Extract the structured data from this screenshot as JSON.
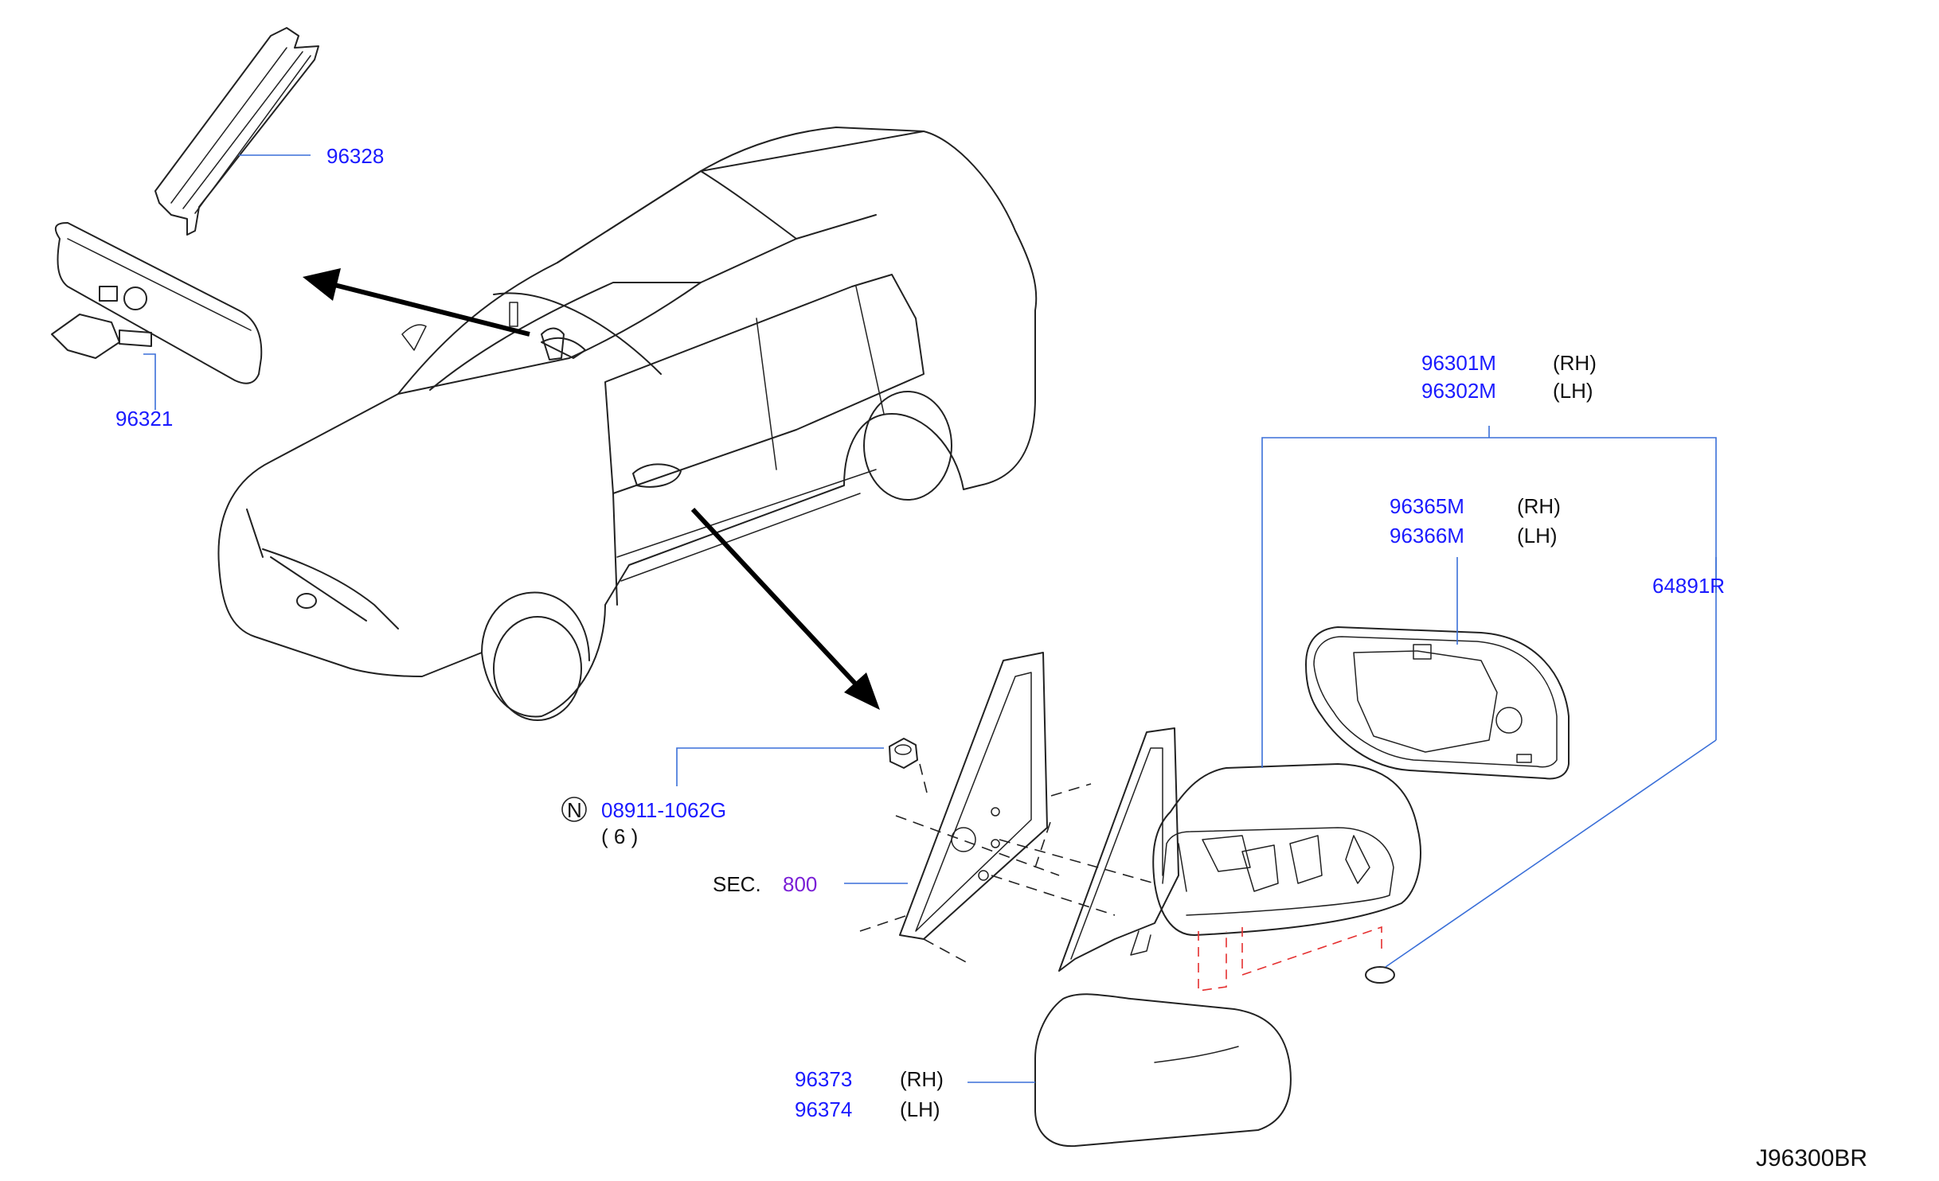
{
  "diagram_code": "J96300BR",
  "parts": [
    {
      "id": "p96328",
      "number": "96328",
      "side": ""
    },
    {
      "id": "p96321",
      "number": "96321",
      "side": ""
    },
    {
      "id": "p96301M",
      "number": "96301M",
      "side": "(RH)"
    },
    {
      "id": "p96302M",
      "number": "96302M",
      "side": "(LH)"
    },
    {
      "id": "p96365M",
      "number": "96365M",
      "side": "(RH)"
    },
    {
      "id": "p96366M",
      "number": "96366M",
      "side": "(LH)"
    },
    {
      "id": "p64891R",
      "number": "64891R",
      "side": ""
    },
    {
      "id": "p08911",
      "number": "08911-1062G",
      "side": "",
      "prefix_symbol": "N",
      "quantity": "( 6 )"
    },
    {
      "id": "p96373",
      "number": "96373",
      "side": "(RH)"
    },
    {
      "id": "p96374",
      "number": "96374",
      "side": "(LH)"
    }
  ],
  "section_ref": {
    "prefix": "SEC.",
    "number": "800"
  },
  "colors": {
    "part_number": "#1a1aff",
    "section_number": "#7a1fd6",
    "leader": "#3a6fd8",
    "hidden_line": "#e53030",
    "drawing": "#222222"
  }
}
